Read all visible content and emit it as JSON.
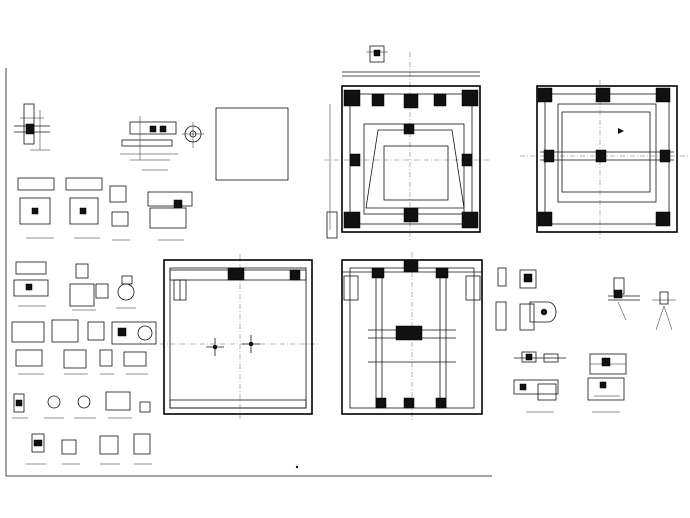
{
  "drawing": {
    "sheet_title_mark": "",
    "background": "#ffffff",
    "line_color": "#111111"
  },
  "views": [
    "detail-group-left",
    "blank-frame",
    "top-plan-large",
    "top-plan-right",
    "elevation-front",
    "elevation-side",
    "detail-group-bottom-left",
    "detail-group-bottom-right"
  ]
}
